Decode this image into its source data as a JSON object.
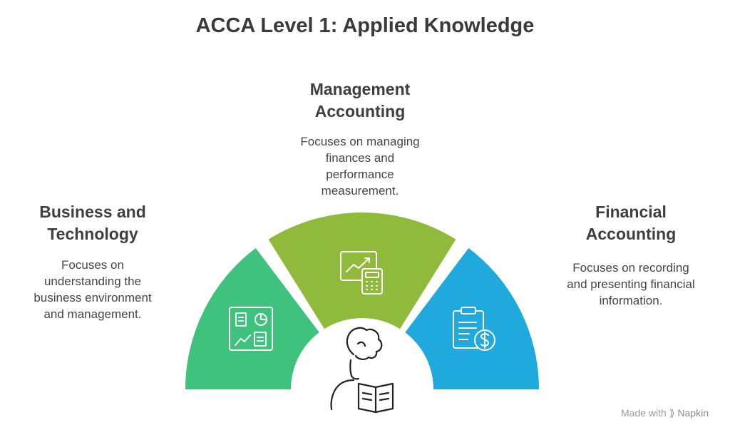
{
  "title": "ACCA Level 1: Applied Knowledge",
  "segments": [
    {
      "heading_line1": "Business and",
      "heading_line2": "Technology",
      "description": [
        "Focuses on",
        "understanding the",
        "business environment",
        "and management."
      ],
      "color": "#3ec27e",
      "icon": "business-dashboard-icon"
    },
    {
      "heading_line1": "Management",
      "heading_line2": "Accounting",
      "description": [
        "Focuses on managing",
        "finances and",
        "performance",
        "measurement."
      ],
      "color": "#8fba3c",
      "icon": "chart-calculator-icon"
    },
    {
      "heading_line1": "Financial",
      "heading_line2": "Accounting",
      "description": [
        "Focuses on recording",
        "and presenting financial",
        "information."
      ],
      "color": "#1fa9dc",
      "icon": "clipboard-dollar-icon"
    }
  ],
  "center_icon": "student-reading-icon",
  "credit": {
    "prefix": "Made with",
    "brand": "Napkin"
  }
}
